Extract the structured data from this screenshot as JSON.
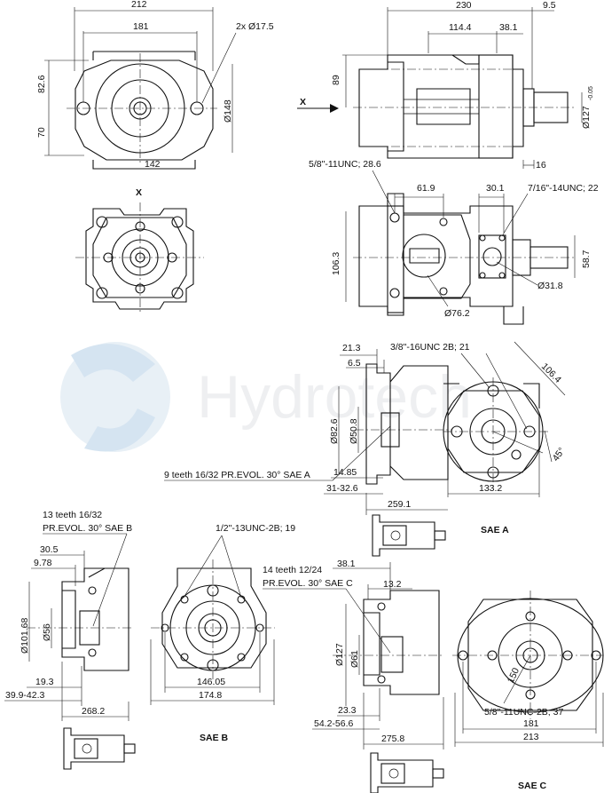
{
  "watermark": {
    "brand": "Hydrotech"
  },
  "labels": {
    "x_view": "X",
    "x_arrow": "X",
    "sae_a": "SAE A",
    "sae_b": "SAE B",
    "sae_c": "SAE C"
  },
  "dims": {
    "d212": "212",
    "d181": "181",
    "d2x175": "2x Ø17.5",
    "d826": "82.6",
    "d70": "70",
    "d148": "Ø148",
    "d142": "142",
    "d230": "230",
    "d1144": "114.4",
    "d381": "38.1",
    "d95": "9.5",
    "d89": "89",
    "d127": "Ø127",
    "d127tol": "-0.05",
    "d16": "16",
    "unc58_286": "5/8\"-11UNC; 28.6",
    "d619": "61.9",
    "d301": "30.1",
    "unc716": "7/16\"-14UNC; 22",
    "d1063": "106.3",
    "d587": "58.7",
    "d318": "Ø31.8",
    "d762": "Ø76.2",
    "d213": "21.3",
    "d65": "6.5",
    "unc38": "3/8\"-16UNC 2B; 21",
    "d1064": "106.4",
    "d826b": "Ø82.6",
    "d508": "Ø50.8",
    "d45": "45°",
    "teeth9": "9 teeth 16/32 PR.EVOL. 30° SAE A",
    "d1485": "14.85",
    "d31_326": "31-32.6",
    "d1332": "133.2",
    "d2591": "259.1",
    "teeth13a": "13 teeth 16/32",
    "teeth13b": "PR.EVOL. 30° SAE B",
    "unc12": "1/2\"-13UNC-2B; 19",
    "d305": "30.5",
    "d978": "9.78",
    "d10168": "Ø101.68",
    "d56": "Ø56",
    "d193": "19.3",
    "d399": "39.9-42.3",
    "d2682": "268.2",
    "d14605": "146.05",
    "d1748": "174.8",
    "teeth14a": "14 teeth 12/24",
    "teeth14b": "PR.EVOL. 30° SAE C",
    "d381b": "38.1",
    "d132": "13.2",
    "d127b": "Ø127",
    "d61": "Ø61",
    "d233": "23.3",
    "d542": "54.2-56.6",
    "d2758": "275.8",
    "d150": "150",
    "unc58_37": "5/8\"-11UNC-2B; 37",
    "d181b": "181",
    "d213b": "213"
  }
}
